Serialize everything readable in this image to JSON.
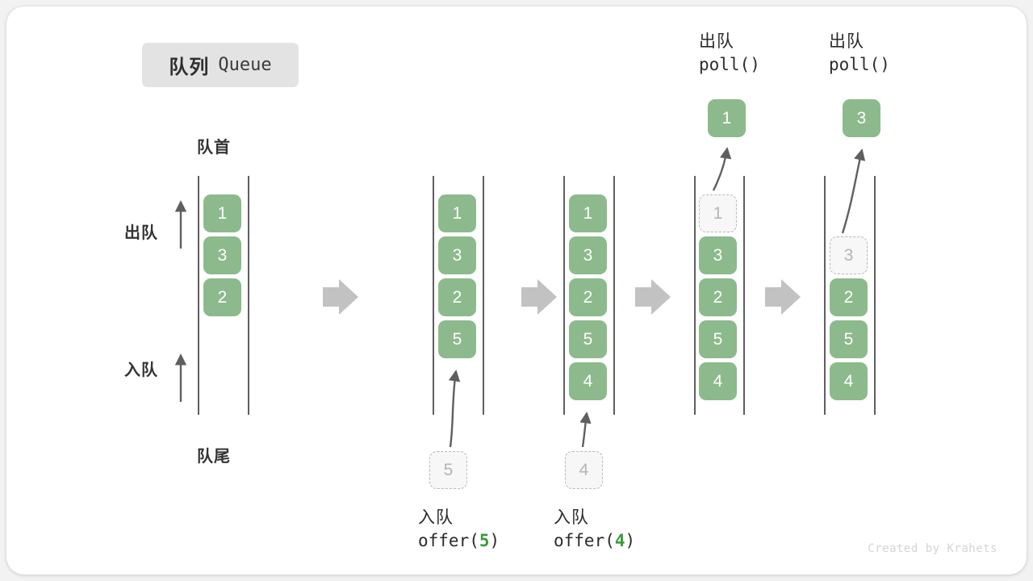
{
  "title": {
    "cn": "队列",
    "en": "Queue"
  },
  "labels": {
    "head": "队首",
    "tail": "队尾",
    "dequeue": "出队",
    "enqueue": "入队"
  },
  "watermark": "Created by Krahets",
  "colors": {
    "cell_fill": "#8cba8c",
    "cell_text": "#ffffff",
    "ghost_fill": "#f7f7f7",
    "ghost_border": "#b9b9b9",
    "ghost_text": "#b5b5b5",
    "rail": "#5f5f5f",
    "arrow": "#5f5f5f",
    "step_arrow": "#c2c2c2",
    "badge_bg": "#e3e3e3",
    "accent_green": "#3c9a3c",
    "watermark": "#d4d4d4"
  },
  "steps": [
    {
      "id": "initial",
      "cells": [
        {
          "value": "1",
          "state": "filled"
        },
        {
          "value": "3",
          "state": "filled"
        },
        {
          "value": "2",
          "state": "filled"
        }
      ],
      "op_cn": "",
      "op_code": "",
      "op_arg": "",
      "ghost": null,
      "result": null
    },
    {
      "id": "offer-5",
      "cells": [
        {
          "value": "1",
          "state": "filled"
        },
        {
          "value": "3",
          "state": "filled"
        },
        {
          "value": "2",
          "state": "filled"
        },
        {
          "value": "5",
          "state": "filled"
        }
      ],
      "op_cn": "入队",
      "op_code_pre": "offer(",
      "op_arg": "5",
      "op_code_post": ")",
      "ghost": {
        "value": "5",
        "position": "below"
      },
      "result": null
    },
    {
      "id": "offer-4",
      "cells": [
        {
          "value": "1",
          "state": "filled"
        },
        {
          "value": "3",
          "state": "filled"
        },
        {
          "value": "2",
          "state": "filled"
        },
        {
          "value": "5",
          "state": "filled"
        },
        {
          "value": "4",
          "state": "filled"
        }
      ],
      "op_cn": "入队",
      "op_code_pre": "offer(",
      "op_arg": "4",
      "op_code_post": ")",
      "ghost": {
        "value": "4",
        "position": "below"
      },
      "result": null
    },
    {
      "id": "poll-1",
      "cells": [
        {
          "value": "1",
          "state": "ghost"
        },
        {
          "value": "3",
          "state": "filled"
        },
        {
          "value": "2",
          "state": "filled"
        },
        {
          "value": "5",
          "state": "filled"
        },
        {
          "value": "4",
          "state": "filled"
        }
      ],
      "op_cn": "出队",
      "op_code_pre": "poll(",
      "op_arg": "",
      "op_code_post": ")",
      "ghost": null,
      "result": {
        "value": "1"
      }
    },
    {
      "id": "poll-3",
      "cells": [
        {
          "value": "",
          "state": "empty"
        },
        {
          "value": "3",
          "state": "ghost"
        },
        {
          "value": "2",
          "state": "filled"
        },
        {
          "value": "5",
          "state": "filled"
        },
        {
          "value": "4",
          "state": "filled"
        }
      ],
      "op_cn": "出队",
      "op_code_pre": "poll(",
      "op_arg": "",
      "op_code_post": ")",
      "ghost": null,
      "result": {
        "value": "3"
      }
    }
  ]
}
